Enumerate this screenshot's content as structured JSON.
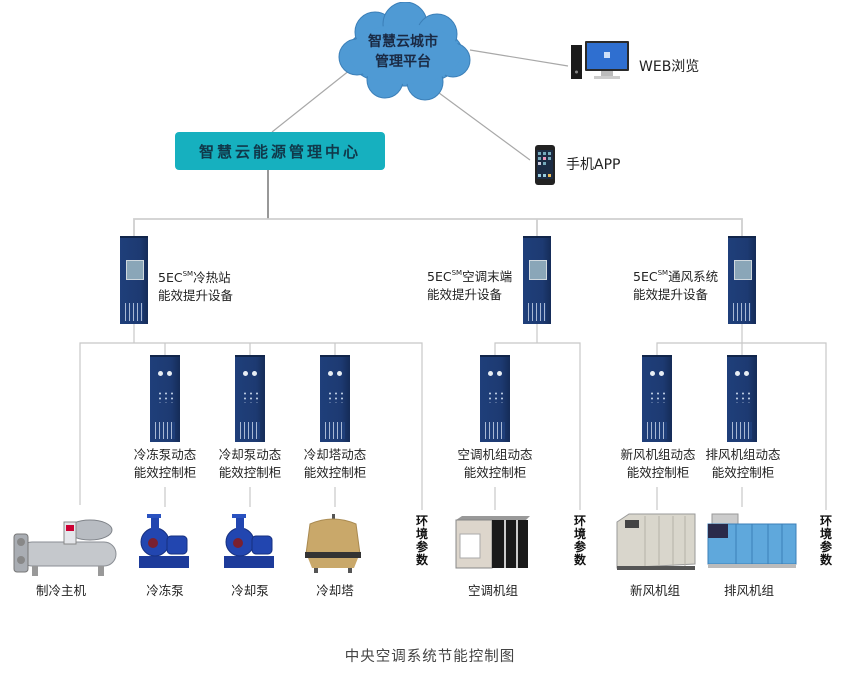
{
  "diagram": {
    "caption": "中央空调系统节能控制图",
    "cloud": {
      "line1": "智慧云城市",
      "line2": "管理平台"
    },
    "center": {
      "label": "智慧云能源管理中心"
    },
    "clients": [
      {
        "id": "web",
        "label": "WEB浏览",
        "icon": "desktop-computer-icon"
      },
      {
        "id": "app",
        "label": "手机APP",
        "icon": "smartphone-icon"
      }
    ],
    "stations": [
      {
        "id": "cold-hot",
        "prefix": "5EC",
        "sup": "SM",
        "title": "冷热站",
        "line2": "能效提升设备"
      },
      {
        "id": "ac-terminal",
        "prefix": "5EC",
        "sup": "SM",
        "title": "空调末端",
        "line2": "能效提升设备"
      },
      {
        "id": "ventilation",
        "prefix": "5EC",
        "sup": "SM",
        "title": "通风系统",
        "line2": "能效提升设备"
      }
    ],
    "cabinets": [
      {
        "line1": "冷冻泵动态",
        "line2": "能效控制柜"
      },
      {
        "line1": "冷却泵动态",
        "line2": "能效控制柜"
      },
      {
        "line1": "冷却塔动态",
        "line2": "能效控制柜"
      },
      {
        "line1": "空调机组动态",
        "line2": "能效控制柜"
      },
      {
        "line1": "新风机组动态",
        "line2": "能效控制柜"
      },
      {
        "line1": "排风机组动态",
        "line2": "能效控制柜"
      }
    ],
    "equipment": [
      {
        "label": "制冷主机",
        "icon": "chiller-icon"
      },
      {
        "label": "冷冻泵",
        "icon": "pump-icon"
      },
      {
        "label": "冷却泵",
        "icon": "pump-icon"
      },
      {
        "label": "冷却塔",
        "icon": "cooling-tower-icon"
      },
      {
        "label": "空调机组",
        "icon": "air-handling-unit-icon"
      },
      {
        "label": "新风机组",
        "icon": "fresh-air-unit-icon"
      },
      {
        "label": "排风机组",
        "icon": "exhaust-unit-icon"
      }
    ],
    "env_params": [
      "环境参数",
      "环境参数",
      "环境参数"
    ],
    "colors": {
      "teal": "#16b0bf",
      "cloud": "#4f9ad4",
      "cabinet": "#1f3f7a",
      "line": "#bdbdbd"
    }
  }
}
